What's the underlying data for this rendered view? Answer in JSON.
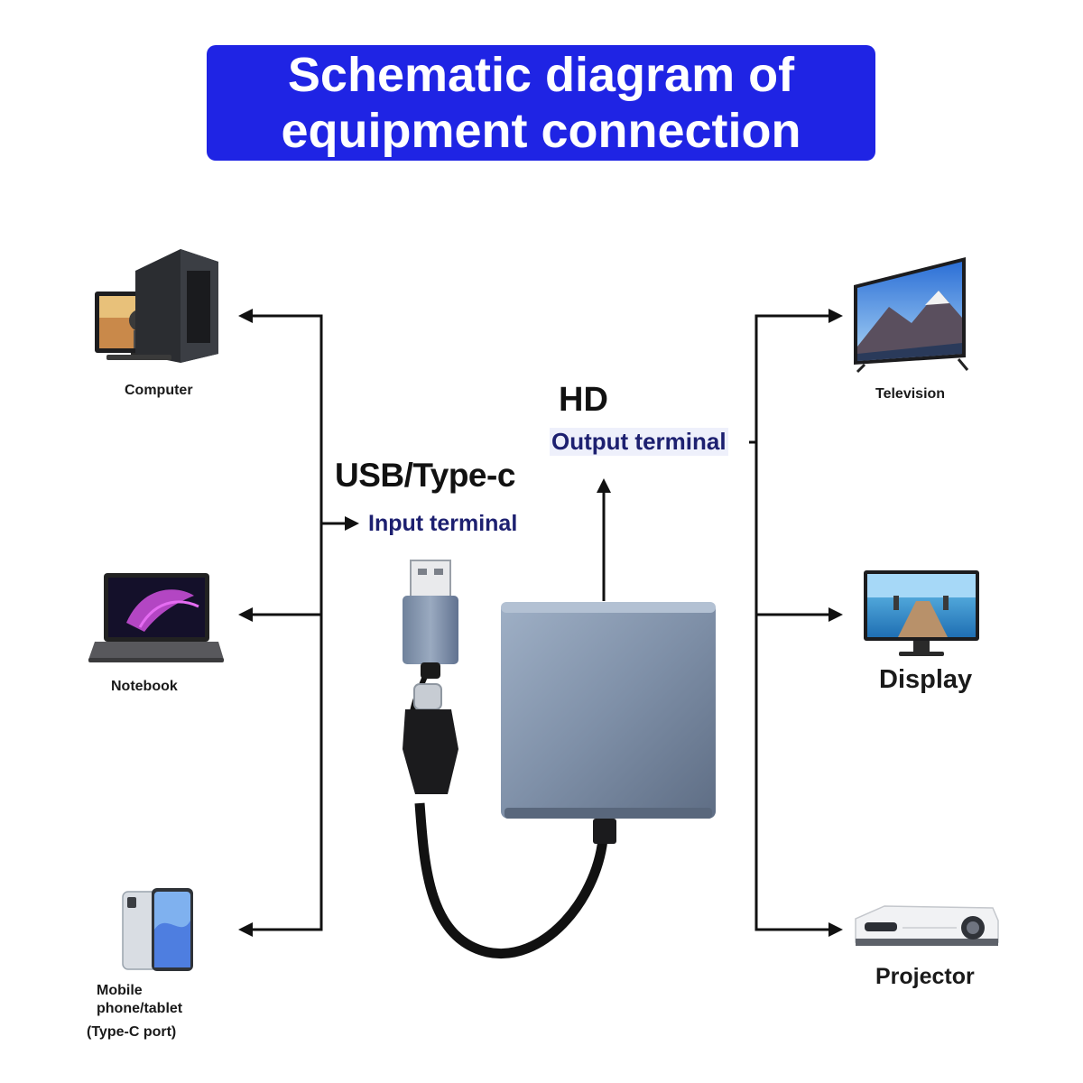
{
  "title": {
    "line1": "Schematic diagram of",
    "line2": "equipment connection",
    "background_color": "#1f24e4",
    "text_color": "#ffffff"
  },
  "inputs": {
    "heading": "USB/Type-c",
    "subheading": "Input terminal",
    "devices": [
      {
        "label": "Computer",
        "icon": "desktop-computer-icon"
      },
      {
        "label": "Notebook",
        "icon": "laptop-icon"
      },
      {
        "label": "Mobile",
        "label_line2": "phone/tablet",
        "label_line3": "(Type-C port)",
        "icon": "smartphone-icon"
      }
    ]
  },
  "outputs": {
    "heading": "HD",
    "subheading": "Output terminal",
    "devices": [
      {
        "label": "Television",
        "icon": "television-icon"
      },
      {
        "label": "Display",
        "icon": "monitor-icon"
      },
      {
        "label": "Projector",
        "icon": "projector-icon"
      }
    ]
  },
  "center_device": {
    "icon": "usb-hub-adapter-icon",
    "color": "#7d8ea6"
  }
}
